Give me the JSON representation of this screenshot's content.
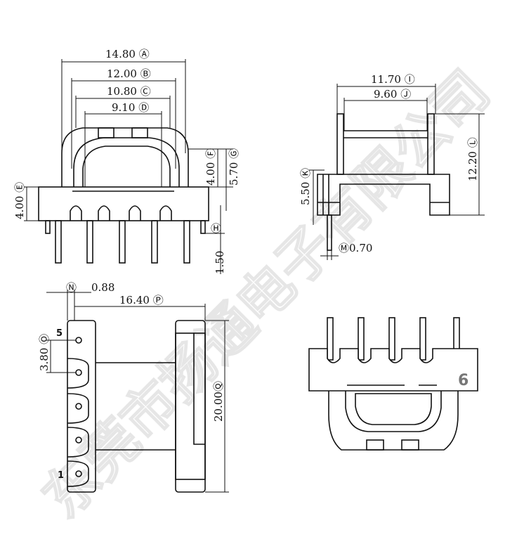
{
  "dimensions": {
    "d_a": "14.80",
    "d_b": "12.00",
    "d_c": "10.80",
    "d_d": "9.10",
    "d_e": "4.00",
    "d_f": "4.00",
    "d_g": "5.70",
    "d_h": "1.50",
    "d_i": "11.70",
    "d_j": "9.60",
    "d_k": "5.50",
    "d_l": "12.20",
    "d_m": "0.70",
    "d_n": "0.88",
    "d_o": "3.80",
    "d_p": "16.40",
    "d_q": "20.00"
  },
  "markers": {
    "a": "Ⓐ",
    "b": "Ⓑ",
    "c": "Ⓒ",
    "d": "Ⓓ",
    "e": "Ⓔ",
    "f": "Ⓕ",
    "g": "Ⓖ",
    "h": "Ⓗ",
    "i": "Ⓘ",
    "j": "Ⓙ",
    "k": "Ⓚ",
    "l": "Ⓛ",
    "m": "Ⓜ",
    "n": "Ⓝ",
    "o": "Ⓞ",
    "p": "Ⓟ",
    "q": "Ⓠ"
  },
  "pin_labels": {
    "pin5": "5",
    "pin1": "1",
    "view6": "6"
  },
  "watermark": "东莞市扬通电子有限公司",
  "colors": {
    "line": "#111111",
    "watermark": "#e6e6e6",
    "label6": "#777777"
  }
}
